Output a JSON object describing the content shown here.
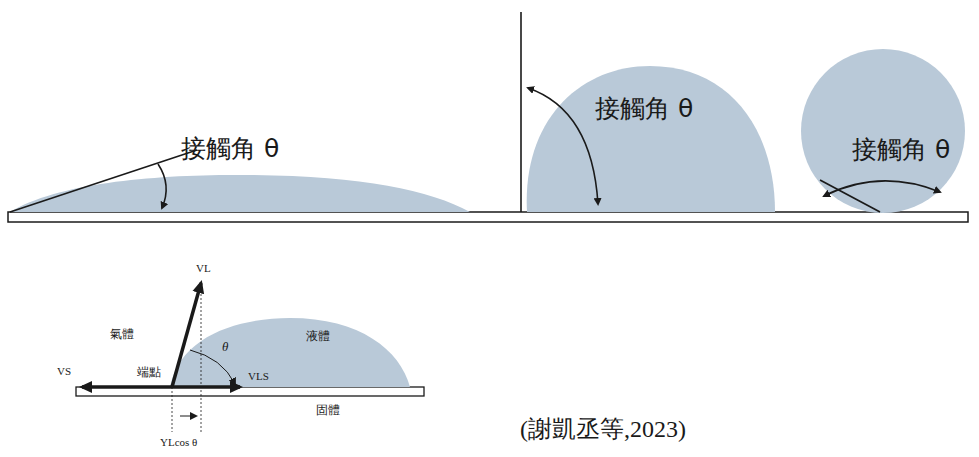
{
  "diagram": {
    "caption": "(謝凱丞等,2023)",
    "labels": [
      "接觸角 θ",
      "接觸角 θ",
      "接觸角 θ",
      "VL",
      "氣體",
      "液體",
      "VS",
      "端點",
      "VLS",
      "θ",
      "固體",
      "YLcos θ"
    ]
  }
}
